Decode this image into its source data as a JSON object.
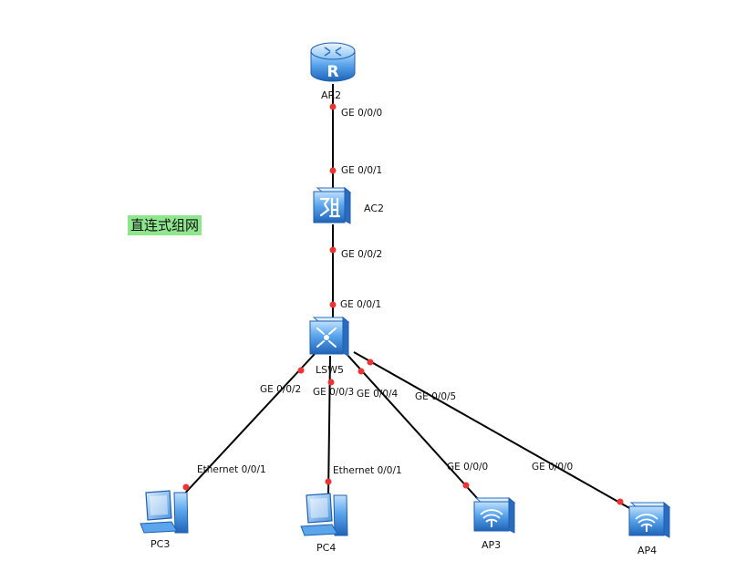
{
  "note": "直连式组网",
  "devices": {
    "ar2": "AR2",
    "ac2": "AC2",
    "lsw5": "LSW5",
    "pc3": "PC3",
    "pc4": "PC4",
    "ap3": "AP3",
    "ap4": "AP4"
  },
  "ports": {
    "ar2_ac2_top": "GE 0/0/0",
    "ar2_ac2_bottom": "GE 0/0/1",
    "ac2_lsw5_top": "GE 0/0/2",
    "ac2_lsw5_bottom": "GE 0/0/1",
    "lsw5_pc3": "GE 0/0/2",
    "lsw5_pc4": "GE 0/0/3",
    "lsw5_ap3": "GE 0/0/4",
    "lsw5_ap4": "GE 0/0/5",
    "pc3_end": "Ethernet 0/0/1",
    "pc4_end": "Ethernet 0/0/1",
    "ap3_end": "GE 0/0/0",
    "ap4_end": "GE 0/0/0"
  },
  "colors": {
    "link": "#000000",
    "port_dot": "#ee3333",
    "device_blue": "#3a82d6",
    "note_bg": "#8ee68e"
  },
  "icons": {
    "ar2": "router-icon",
    "ac2": "access-controller-icon",
    "lsw5": "switch-icon",
    "pc": "pc-icon",
    "ap": "wireless-ap-icon"
  }
}
